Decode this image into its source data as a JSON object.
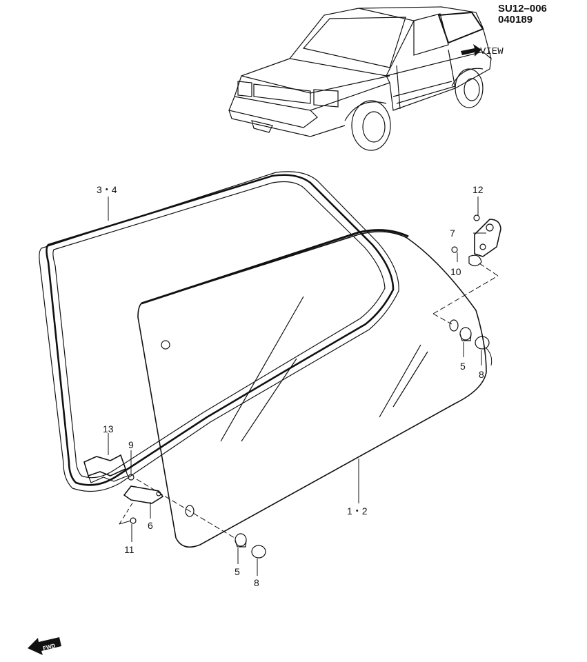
{
  "header": {
    "code_line1": "SU12–006",
    "code_line2": "040189"
  },
  "view_label": "VIEW",
  "fwd_label": "FWD",
  "callouts": {
    "c1_2": "1・2",
    "c3_4": "3・4",
    "c5_right": "5",
    "c5_bottom": "5",
    "c6": "6",
    "c7": "7",
    "c8_right": "8",
    "c8_bottom": "8",
    "c9": "9",
    "c10": "10",
    "c11": "11",
    "c12": "12",
    "c13": "13"
  },
  "icons": [
    "car-icon",
    "view-arrow-icon",
    "fwd-arrow-icon"
  ]
}
